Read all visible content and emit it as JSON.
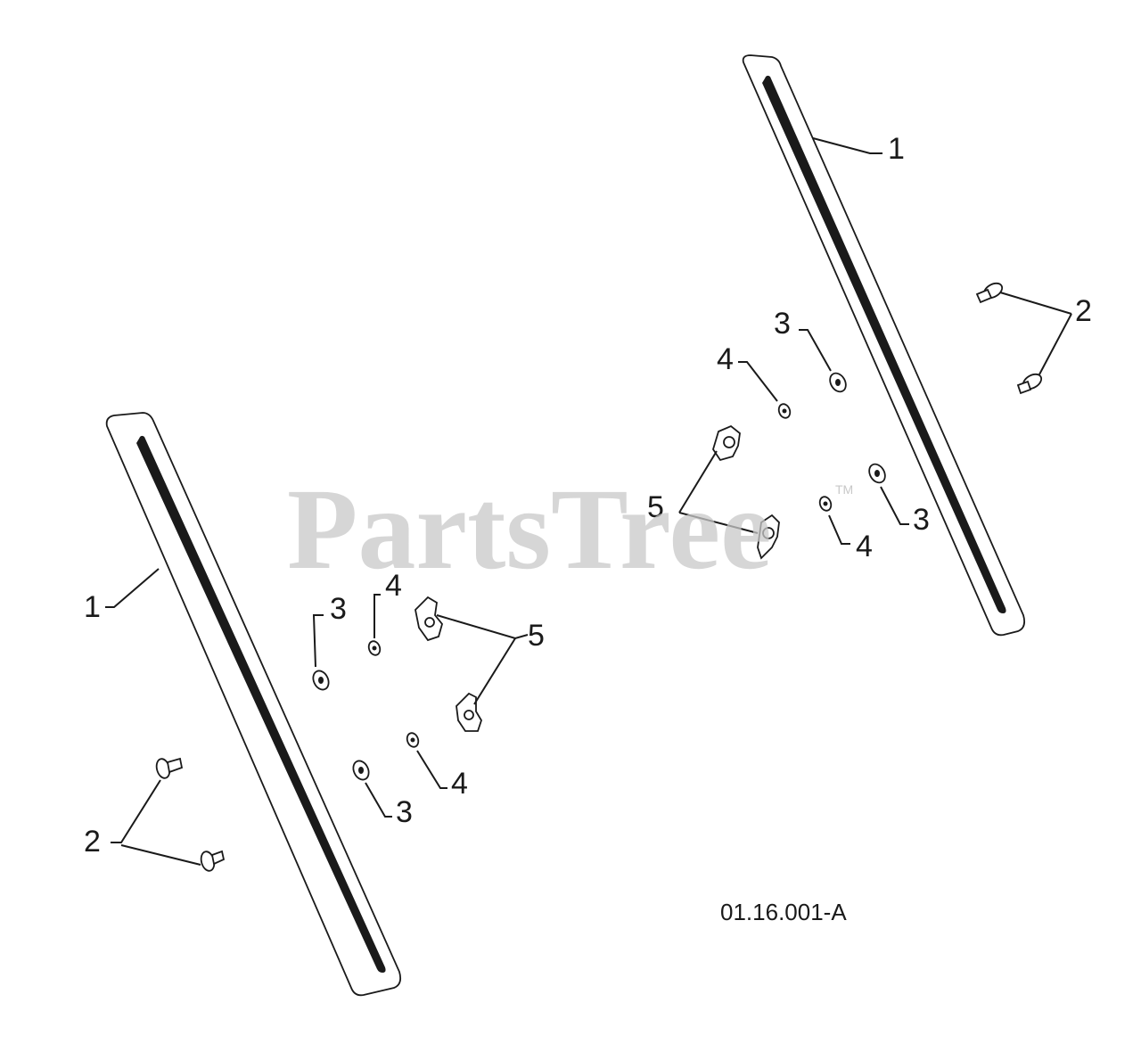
{
  "watermark": {
    "text": "PartsTree",
    "trademark": "TM"
  },
  "figure_code": "01.16.001-A",
  "callouts": {
    "left": {
      "rail": "1",
      "bolt": "2",
      "washer_upper": "3",
      "washer_lower": "3",
      "nut_upper": "4",
      "nut_lower": "4",
      "wing": "5"
    },
    "right": {
      "rail": "1",
      "bolt": "2",
      "washer_upper": "3",
      "washer_lower": "3",
      "nut_upper": "4",
      "nut_lower": "4",
      "wing": "5"
    }
  },
  "colors": {
    "line": "#1a1a1a",
    "watermark": "#c8c8c8",
    "background": "#ffffff"
  }
}
